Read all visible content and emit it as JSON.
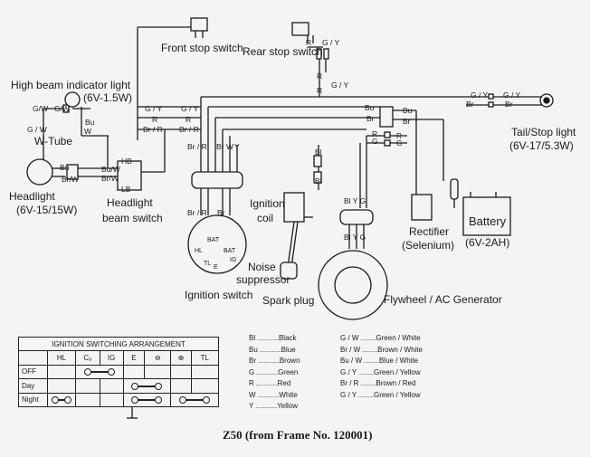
{
  "components": {
    "front_stop": "Front stop switch",
    "rear_stop": "Rear stop switch",
    "high_beam_indicator": "High beam indicator light",
    "high_beam_spec": "(6V-1.5W)",
    "w_tube": "W-Tube",
    "headlight": "Headlight",
    "headlight_spec": "(6V-15/15W)",
    "headlight_beam_switch_1": "Headlight",
    "headlight_beam_switch_2": "beam switch",
    "hb": "HB",
    "lb": "LB",
    "ignition_coil_1": "Ignition",
    "ignition_coil_2": "coil",
    "noise_suppressor_1": "Noise",
    "noise_suppressor_2": "suppressor",
    "spark_plug": "Spark plug",
    "ignition_switch": "Ignition switch",
    "flywheel": "Flywheel / AC Generator",
    "rectifier_1": "Rectifier",
    "rectifier_2": "(Selenium)",
    "battery": "Battery",
    "battery_spec": "(6V-2AH)",
    "tail_stop": "Tail/Stop light",
    "tail_stop_spec": "(6V-17/5.3W)"
  },
  "wire_labels": {
    "gy": "G / Y",
    "r": "R",
    "br_r": "Br / R",
    "br": "Br",
    "g": "G",
    "bu": "Bu",
    "bl": "Bl",
    "y": "Y",
    "w": "W",
    "g_w": "G / W",
    "gw_short": "G/W",
    "bu_w": "Bu/W",
    "br_w": "Br/W",
    "bl_y_g": "Bl Y G",
    "hl": "HL",
    "bat": "BAT",
    "ig": "IG",
    "tl": "TL",
    "e": "E"
  },
  "ignition_table": {
    "title": "IGNITION SWITCHING ARRANGEMENT",
    "columns": [
      "HL",
      "Cₐ",
      "IG",
      "E",
      "⊖",
      "⊕",
      "TL"
    ],
    "rows": [
      "OFF",
      "Day",
      "Night"
    ]
  },
  "legend": [
    {
      "code": "Bl",
      "color": "Black"
    },
    {
      "code": "Bu",
      "color": "Blue"
    },
    {
      "code": "Br",
      "color": "Brown"
    },
    {
      "code": "G",
      "color": "Green"
    },
    {
      "code": "R",
      "color": "Red"
    },
    {
      "code": "W",
      "color": "White"
    },
    {
      "code": "Y",
      "color": "Yellow"
    },
    {
      "code": "G / W",
      "color": "Green / White"
    },
    {
      "code": "Br / W",
      "color": "Brown / White"
    },
    {
      "code": "Bu / W",
      "color": "Blue / White"
    },
    {
      "code": "G / Y",
      "color": "Green / Yellow"
    },
    {
      "code": "Br / R",
      "color": "Brown / Red"
    },
    {
      "code": "G / Y",
      "color": "Green / Yellow"
    }
  ],
  "model_title": "Z50 (from Frame No. 120001)"
}
